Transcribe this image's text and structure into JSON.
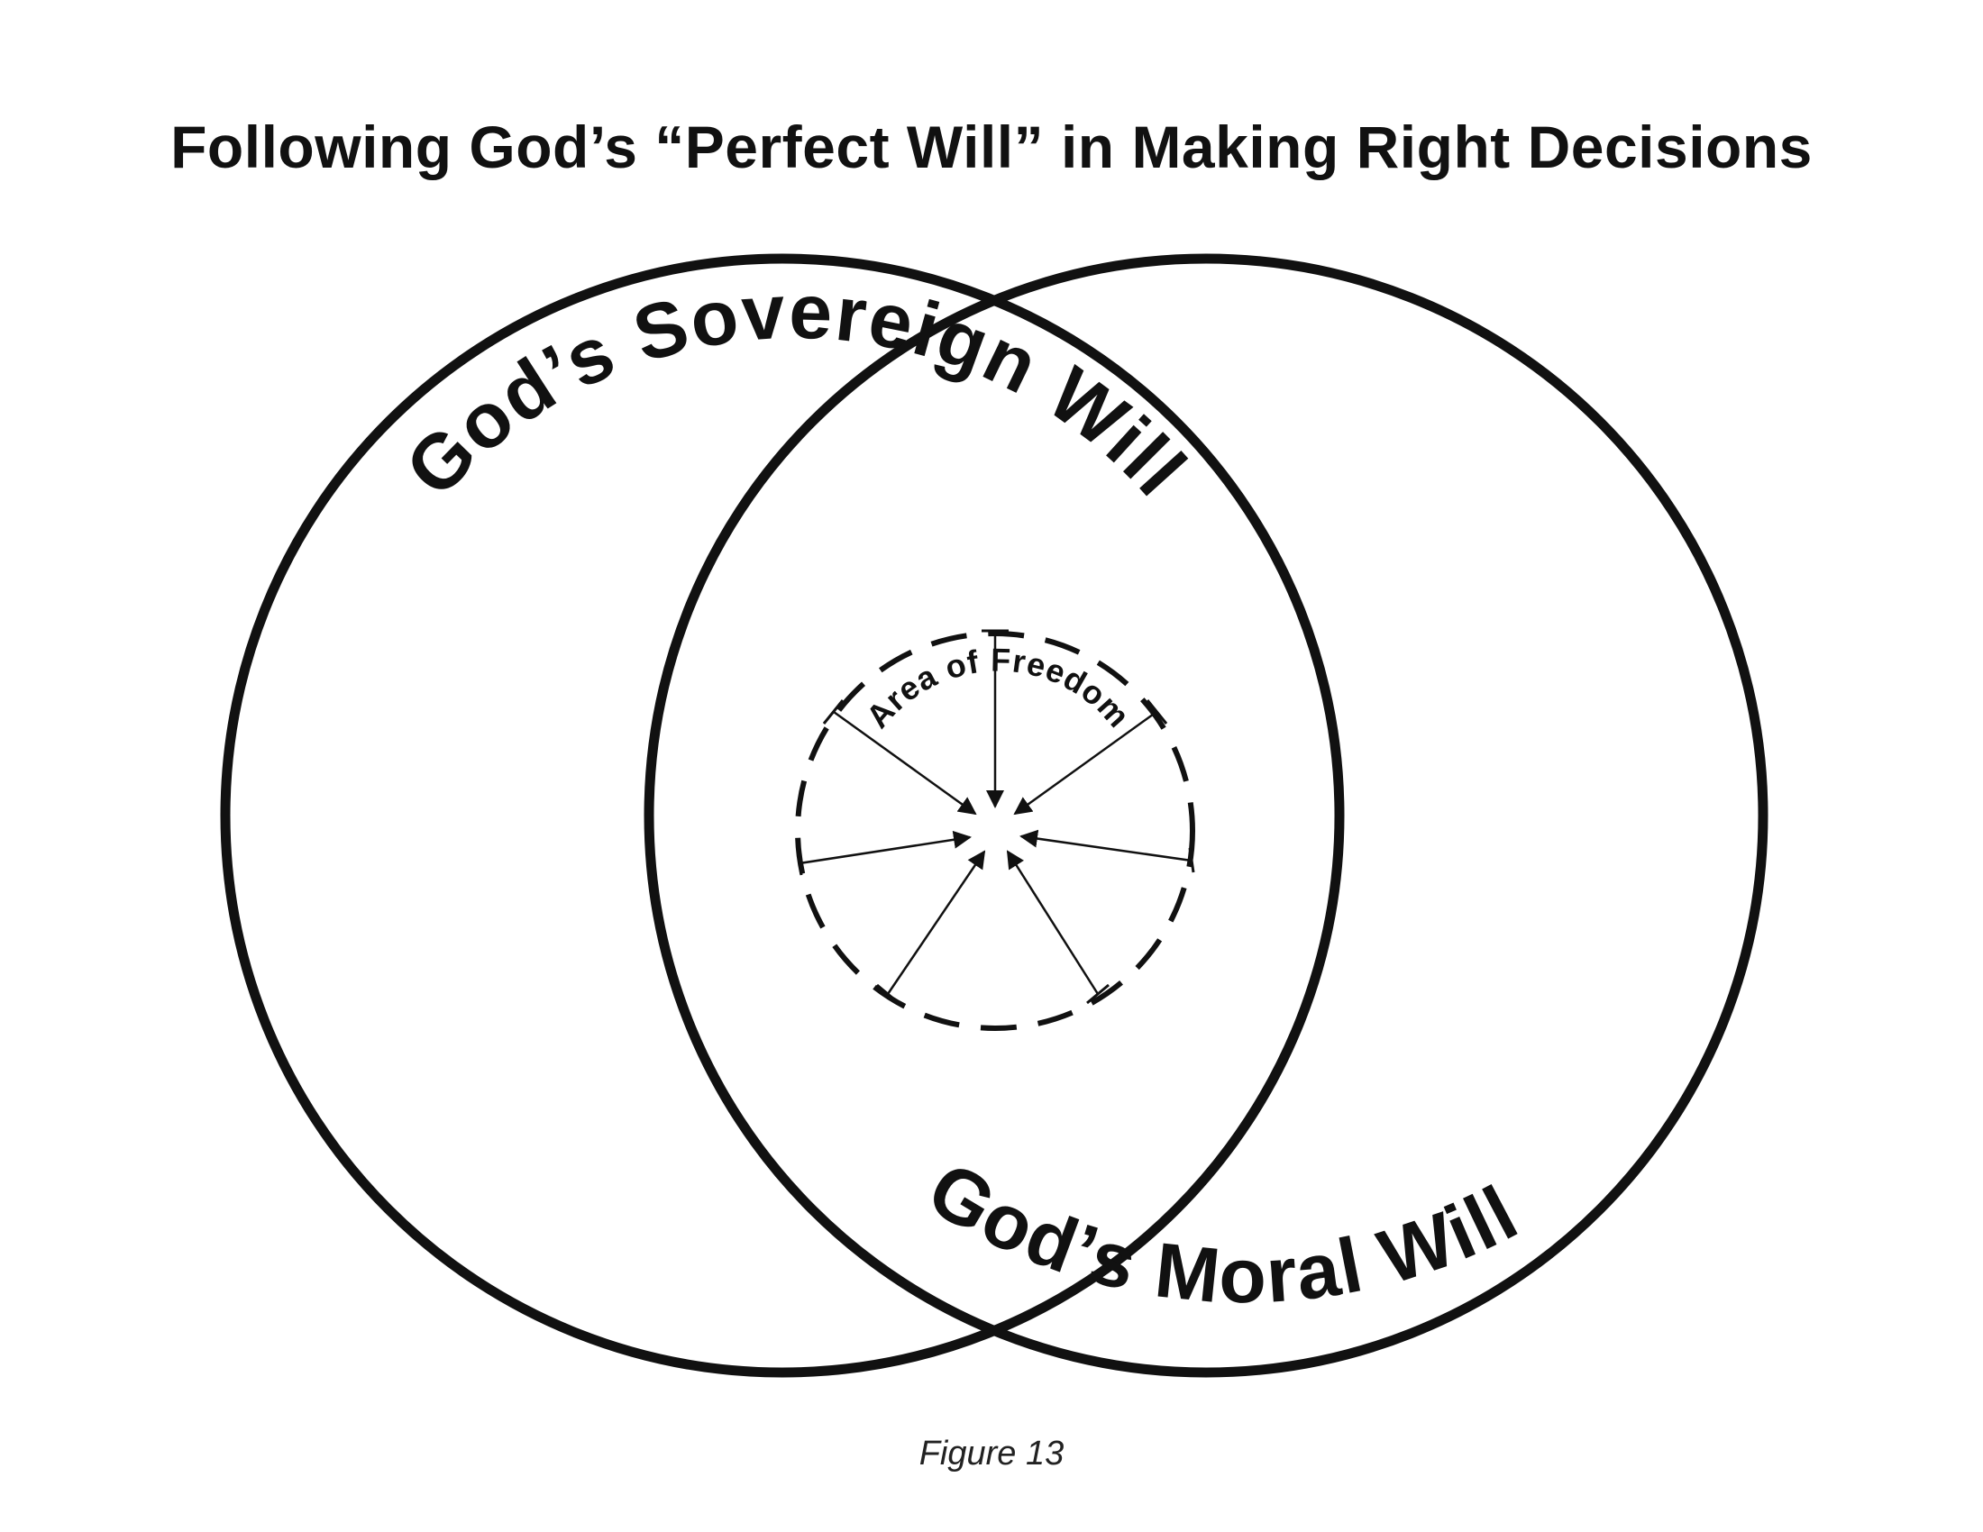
{
  "title": "Following God’s “Perfect Will” in Making Right Decisions",
  "circles": {
    "sovereign_label": "God’s Sovereign Will",
    "moral_label": "God’s Moral Will"
  },
  "freedom_area": {
    "label": "Area of Freedom"
  },
  "caption": "Figure 13",
  "colors": {
    "ink": "#111111",
    "background": "#ffffff"
  }
}
